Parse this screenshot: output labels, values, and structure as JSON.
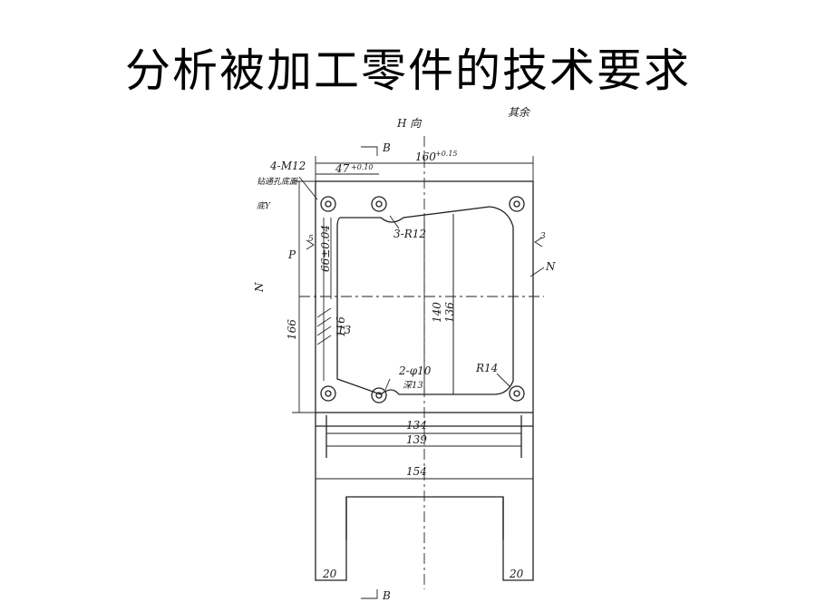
{
  "slide": {
    "title": "分析被加工零件的技术要求"
  },
  "drawing": {
    "view_label": "H 向",
    "top_right_fragment": "其余",
    "section_mark": "B",
    "thread_spec": "4-M12",
    "thread_note": "钻通孔底面",
    "small_note": "底Y",
    "dim_overall_width": "160",
    "dim_overall_width_tol": "+0.15",
    "dim_hole_offset": "47",
    "dim_hole_offset_tol": "+0.10",
    "dim_small_pitch": "66±0.04",
    "dim_depth_166": "166",
    "dim_116": "116",
    "dim_140": "140",
    "dim_136": "136",
    "dim_13": "13",
    "dim_134": "134",
    "dim_139": "139",
    "dim_154": "154",
    "dim_foot_left": "20",
    "dim_foot_right": "20",
    "corner_radius_3r12": "3-R12",
    "corner_radius_r14": "R14",
    "pin_holes": "2-φ10",
    "pin_hole_depth": "深13",
    "surface_p": "P",
    "surface_n": "N",
    "surface_n_left": "N",
    "roughness_left": "5",
    "roughness_right": "3"
  }
}
